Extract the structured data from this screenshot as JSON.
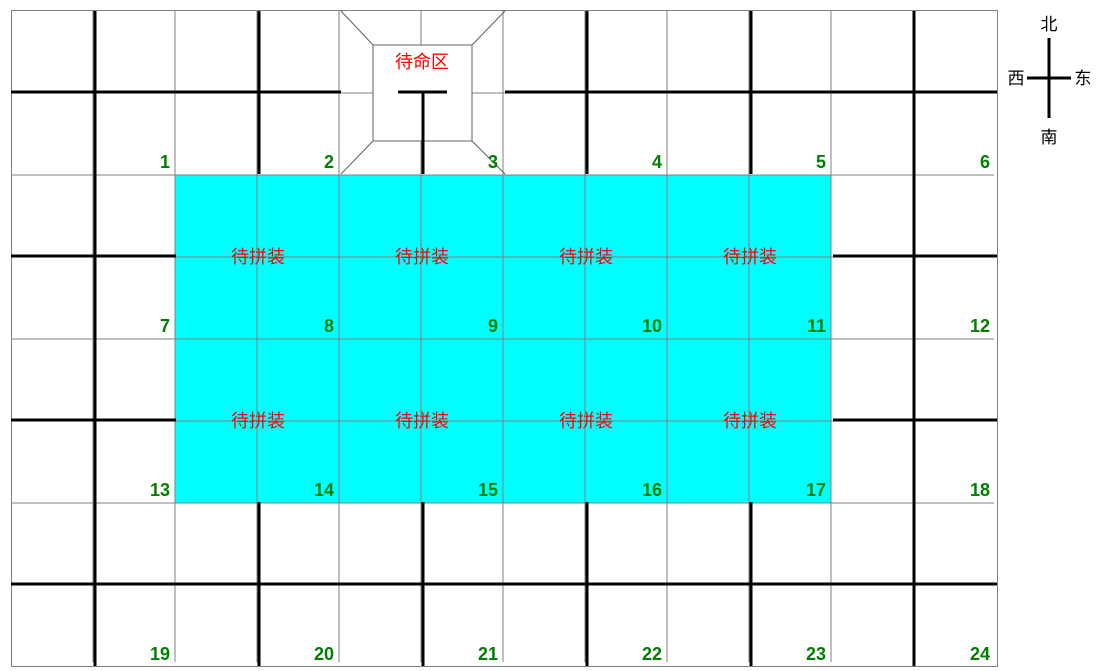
{
  "standby_area": {
    "label": "待命区"
  },
  "compass": {
    "north": "北",
    "south": "南",
    "east": "东",
    "west": "西"
  },
  "grid": {
    "columns": 6,
    "rows": 4
  },
  "cells": [
    {
      "number": "1",
      "label": "",
      "highlighted": false
    },
    {
      "number": "2",
      "label": "",
      "highlighted": false
    },
    {
      "number": "3",
      "label": "",
      "highlighted": false
    },
    {
      "number": "4",
      "label": "",
      "highlighted": false
    },
    {
      "number": "5",
      "label": "",
      "highlighted": false
    },
    {
      "number": "6",
      "label": "",
      "highlighted": false
    },
    {
      "number": "7",
      "label": "",
      "highlighted": false
    },
    {
      "number": "8",
      "label": "待拼装",
      "highlighted": true
    },
    {
      "number": "9",
      "label": "待拼装",
      "highlighted": true
    },
    {
      "number": "10",
      "label": "待拼装",
      "highlighted": true
    },
    {
      "number": "11",
      "label": "待拼装",
      "highlighted": true
    },
    {
      "number": "12",
      "label": "",
      "highlighted": false
    },
    {
      "number": "13",
      "label": "",
      "highlighted": false
    },
    {
      "number": "14",
      "label": "待拼装",
      "highlighted": true
    },
    {
      "number": "15",
      "label": "待拼装",
      "highlighted": true
    },
    {
      "number": "16",
      "label": "待拼装",
      "highlighted": true
    },
    {
      "number": "17",
      "label": "待拼装",
      "highlighted": true
    },
    {
      "number": "18",
      "label": "",
      "highlighted": false
    },
    {
      "number": "19",
      "label": "",
      "highlighted": false
    },
    {
      "number": "20",
      "label": "",
      "highlighted": false
    },
    {
      "number": "21",
      "label": "",
      "highlighted": false
    },
    {
      "number": "22",
      "label": "",
      "highlighted": false
    },
    {
      "number": "23",
      "label": "",
      "highlighted": false
    },
    {
      "number": "24",
      "label": "",
      "highlighted": false
    }
  ],
  "colors": {
    "highlight_fill": "#00FFFF",
    "number_text": "#008000",
    "label_text": "#FF0000",
    "thick_line": "#000000",
    "thin_line": "#808080"
  }
}
